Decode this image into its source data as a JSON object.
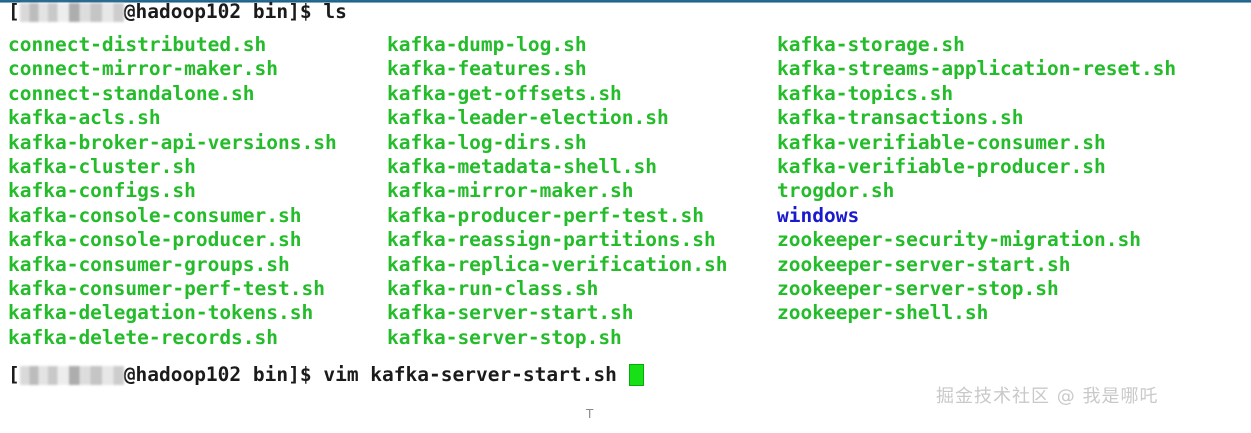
{
  "window": {
    "accent_color": "#1d5f85",
    "background": "#ffffff"
  },
  "colors": {
    "file_green": "#25bc2b",
    "directory_blue": "#1a1acd",
    "prompt_text": "#1b1b1b",
    "cursor_green": "#17e017",
    "watermark_gray": "#c9c9c9"
  },
  "prompt_top": {
    "open_bracket": "[",
    "user_redacted": "",
    "host_and_path": "@hadoop102 bin]$ ",
    "command": "ls"
  },
  "prompt_bottom": {
    "open_bracket": "[",
    "user_redacted": "",
    "host_and_path": "@hadoop102 bin]$ ",
    "command": "vim kafka-server-start.sh ",
    "cursor": ""
  },
  "listing": {
    "column1": [
      {
        "name": "connect-distributed.sh",
        "type": "file"
      },
      {
        "name": "connect-mirror-maker.sh",
        "type": "file"
      },
      {
        "name": "connect-standalone.sh",
        "type": "file"
      },
      {
        "name": "kafka-acls.sh",
        "type": "file"
      },
      {
        "name": "kafka-broker-api-versions.sh",
        "type": "file"
      },
      {
        "name": "kafka-cluster.sh",
        "type": "file"
      },
      {
        "name": "kafka-configs.sh",
        "type": "file"
      },
      {
        "name": "kafka-console-consumer.sh",
        "type": "file"
      },
      {
        "name": "kafka-console-producer.sh",
        "type": "file"
      },
      {
        "name": "kafka-consumer-groups.sh",
        "type": "file"
      },
      {
        "name": "kafka-consumer-perf-test.sh",
        "type": "file"
      },
      {
        "name": "kafka-delegation-tokens.sh",
        "type": "file"
      },
      {
        "name": "kafka-delete-records.sh",
        "type": "file"
      }
    ],
    "column2": [
      {
        "name": "kafka-dump-log.sh",
        "type": "file"
      },
      {
        "name": "kafka-features.sh",
        "type": "file"
      },
      {
        "name": "kafka-get-offsets.sh",
        "type": "file"
      },
      {
        "name": "kafka-leader-election.sh",
        "type": "file"
      },
      {
        "name": "kafka-log-dirs.sh",
        "type": "file"
      },
      {
        "name": "kafka-metadata-shell.sh",
        "type": "file"
      },
      {
        "name": "kafka-mirror-maker.sh",
        "type": "file"
      },
      {
        "name": "kafka-producer-perf-test.sh",
        "type": "file"
      },
      {
        "name": "kafka-reassign-partitions.sh",
        "type": "file"
      },
      {
        "name": "kafka-replica-verification.sh",
        "type": "file"
      },
      {
        "name": "kafka-run-class.sh",
        "type": "file"
      },
      {
        "name": "kafka-server-start.sh",
        "type": "file"
      },
      {
        "name": "kafka-server-stop.sh",
        "type": "file"
      }
    ],
    "column3": [
      {
        "name": "kafka-storage.sh",
        "type": "file"
      },
      {
        "name": "kafka-streams-application-reset.sh",
        "type": "file"
      },
      {
        "name": "kafka-topics.sh",
        "type": "file"
      },
      {
        "name": "kafka-transactions.sh",
        "type": "file"
      },
      {
        "name": "kafka-verifiable-consumer.sh",
        "type": "file"
      },
      {
        "name": "kafka-verifiable-producer.sh",
        "type": "file"
      },
      {
        "name": "trogdor.sh",
        "type": "file"
      },
      {
        "name": "windows",
        "type": "directory"
      },
      {
        "name": "zookeeper-security-migration.sh",
        "type": "file"
      },
      {
        "name": "zookeeper-server-start.sh",
        "type": "file"
      },
      {
        "name": "zookeeper-server-stop.sh",
        "type": "file"
      },
      {
        "name": "zookeeper-shell.sh",
        "type": "file"
      }
    ]
  },
  "watermark": {
    "text": "掘金技术社区 @ 我是哪吒"
  },
  "artifact": {
    "glyph": "T"
  }
}
